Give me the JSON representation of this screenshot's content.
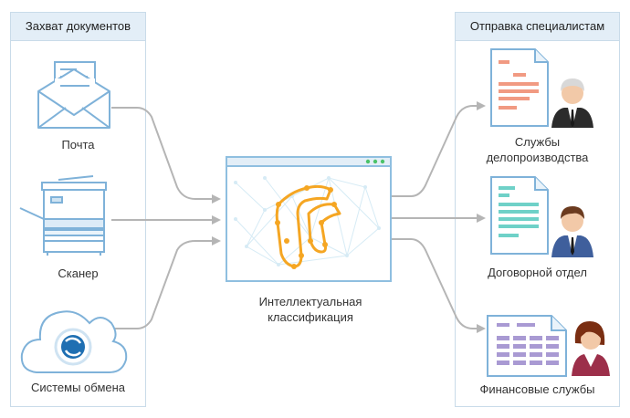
{
  "left_panel": {
    "title": "Захват документов",
    "items": [
      {
        "label": "Почта",
        "icon": "envelope-icon"
      },
      {
        "label": "Сканер",
        "icon": "scanner-icon"
      },
      {
        "label": "Системы обмена",
        "icon": "cloud-exchange-icon"
      }
    ]
  },
  "center": {
    "label_line1": "Интеллектуальная",
    "label_line2": "классификация",
    "icon": "classification-window-icon"
  },
  "right_panel": {
    "title": "Отправка специалистам",
    "items": [
      {
        "label_line1": "Службы",
        "label_line2": "делопроизводства",
        "icon": "office-document-icon"
      },
      {
        "label": "Договорной отдел",
        "icon": "contract-document-icon"
      },
      {
        "label": "Финансовые службы",
        "icon": "finance-document-icon"
      }
    ]
  },
  "colors": {
    "panel_border": "#c9dbe9",
    "panel_header": "#e3eef7",
    "icon_blue": "#7fb2d9",
    "arrow": "#b5b5b5",
    "accent_orange": "#f5a623",
    "salmon": "#f19a82",
    "teal": "#6fd1c8",
    "lavender": "#a99ad3"
  }
}
